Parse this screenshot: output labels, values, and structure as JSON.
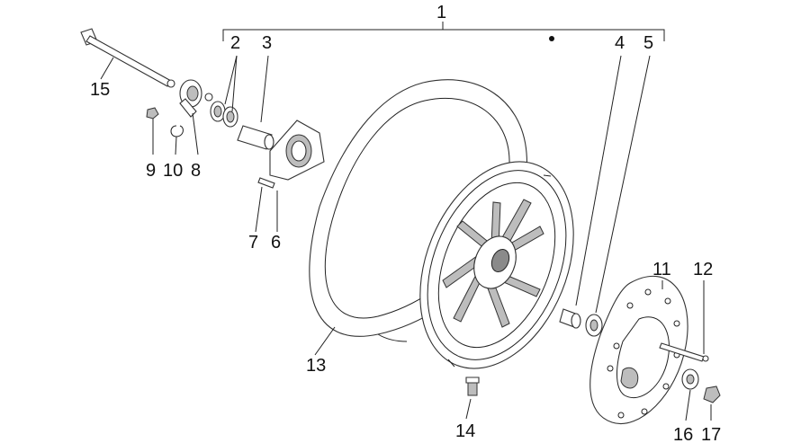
{
  "callouts": {
    "c1": "1",
    "c2": "2",
    "c3": "3",
    "c4": "4",
    "c5": "5",
    "c6": "6",
    "c7": "7",
    "c8": "8",
    "c9": "9",
    "c10": "10",
    "c11": "11",
    "c12": "12",
    "c13": "13",
    "c14": "14",
    "c15": "15",
    "c16": "16",
    "c17": "17"
  },
  "colors": {
    "line": "#222222",
    "fill": "#ffffff",
    "shade": "#bdbdbd"
  }
}
